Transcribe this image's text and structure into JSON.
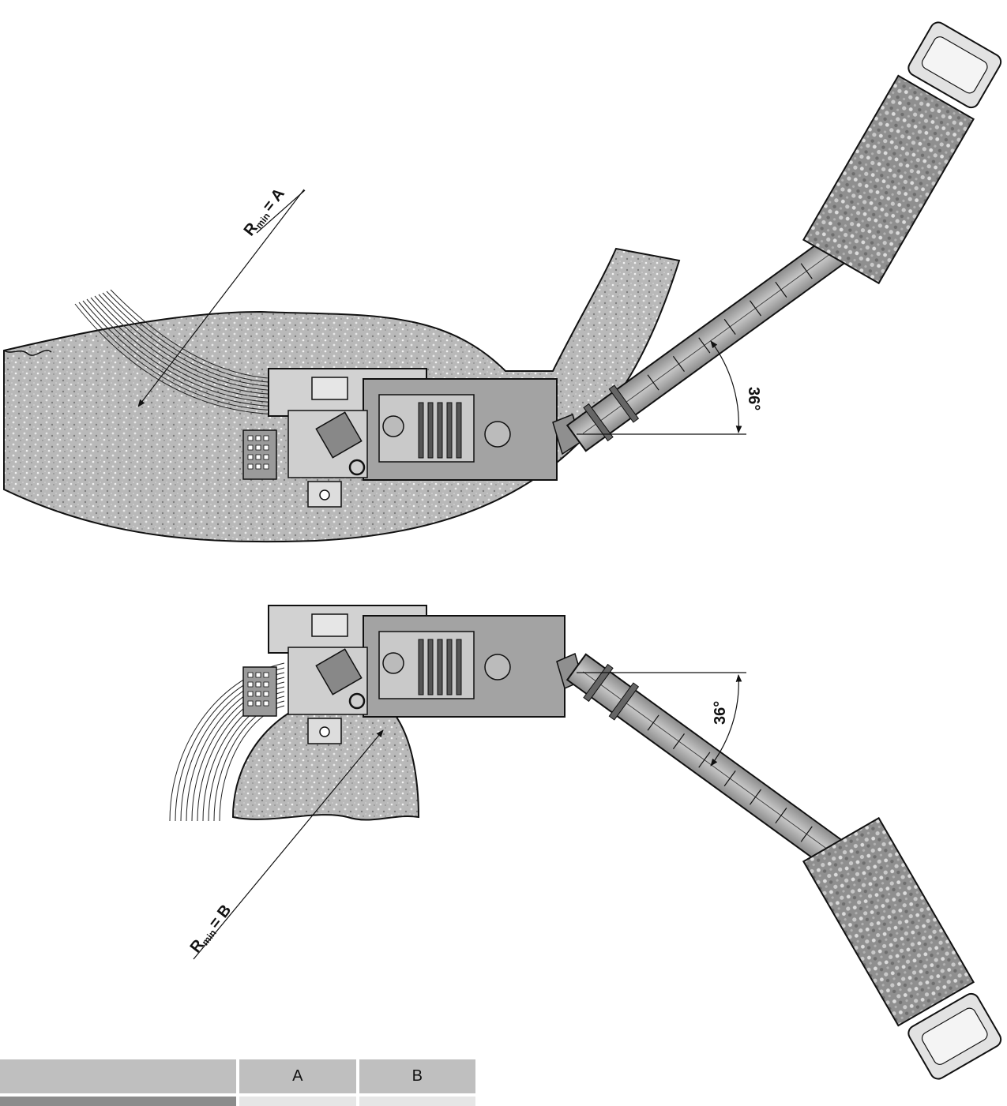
{
  "top_view": {
    "radius_label": "R",
    "radius_sub": "min",
    "radius_value": "= A",
    "angle_label": "36°"
  },
  "bottom_view": {
    "radius_label": "R",
    "radius_sub": "min",
    "radius_value": "= B",
    "angle_label": "36°"
  },
  "table": {
    "col_a": "A",
    "col_b": "B"
  },
  "colors": {
    "gravel": "#b5b5b5",
    "machine": "#9a9a9a",
    "machine_light": "#cfcfcf",
    "table_header": "#bfbfbf",
    "table_dark": "#8c8c8c",
    "table_light": "#e6e6e6"
  }
}
